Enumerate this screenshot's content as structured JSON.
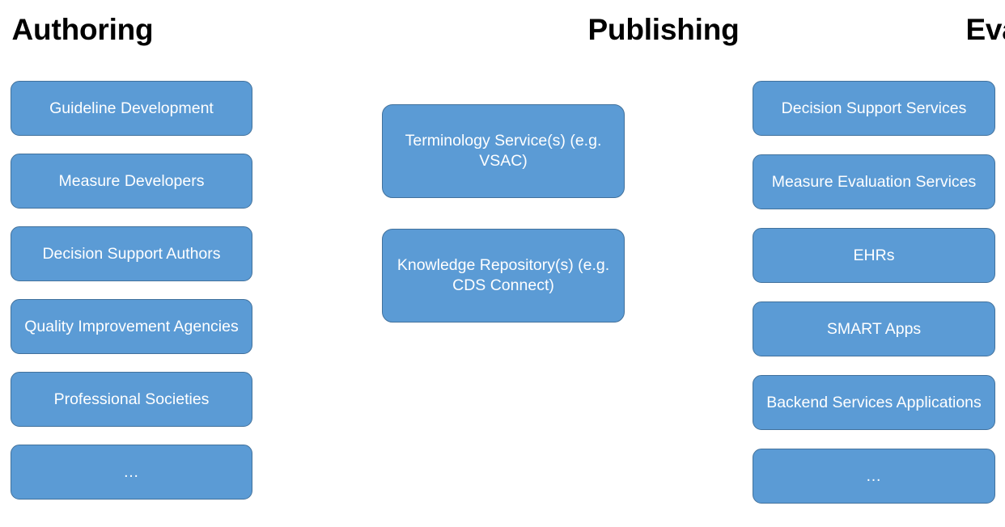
{
  "diagram": {
    "title_bar_absent": true,
    "background_color": "#FFFFFF",
    "box_fill_color": "#5B9BD5",
    "box_border_color": "#41719C",
    "box_text_color": "#FFFFFF",
    "heading_text_color": "#000000",
    "columns": [
      {
        "id": "authoring",
        "heading": "Authoring",
        "items": [
          {
            "label": "Guideline Development"
          },
          {
            "label": "Measure Developers"
          },
          {
            "label": "Decision Support Authors"
          },
          {
            "label": "Quality Improvement Agencies"
          },
          {
            "label": "Professional Societies"
          },
          {
            "label": "…"
          }
        ]
      },
      {
        "id": "publishing",
        "heading": "Publishing",
        "items": [
          {
            "label": "Terminology Service(s) (e.g. VSAC)"
          },
          {
            "label": "Knowledge Repository(s) (e.g. CDS Connect)"
          }
        ]
      },
      {
        "id": "evaluation",
        "heading": "Evaluation",
        "items": [
          {
            "label": "Decision Support Services"
          },
          {
            "label": "Measure Evaluation Services"
          },
          {
            "label": "EHRs"
          },
          {
            "label": "SMART Apps"
          },
          {
            "label": "Backend Services Applications"
          },
          {
            "label": "…"
          }
        ]
      }
    ]
  }
}
